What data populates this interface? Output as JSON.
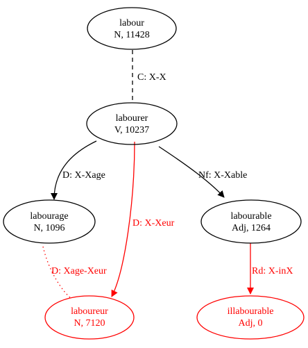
{
  "colors": {
    "default": "#000000",
    "highlight": "#ff0000"
  },
  "nodes": [
    {
      "id": "labour",
      "line1": "labour",
      "line2": "N, 11428",
      "color": "default"
    },
    {
      "id": "labourer",
      "line1": "labourer",
      "line2": "V, 10237",
      "color": "default"
    },
    {
      "id": "labourage",
      "line1": "labourage",
      "line2": "N, 1096",
      "color": "default"
    },
    {
      "id": "labourable",
      "line1": "labourable",
      "line2": "Adj, 1264",
      "color": "default"
    },
    {
      "id": "laboureur",
      "line1": "laboureur",
      "line2": "N, 7120",
      "color": "highlight"
    },
    {
      "id": "illabourable",
      "line1": "illabourable",
      "line2": "Adj, 0",
      "color": "highlight"
    }
  ],
  "edges": [
    {
      "id": "labour-labourer",
      "from": "labour",
      "to": "labourer",
      "label": "C: X-X",
      "style": "dashed",
      "arrow": false,
      "color": "default"
    },
    {
      "id": "labourer-labourage",
      "from": "labourer",
      "to": "labourage",
      "label": "D: X-Xage",
      "style": "solid",
      "arrow": true,
      "color": "default"
    },
    {
      "id": "labourer-laboureur",
      "from": "labourer",
      "to": "laboureur",
      "label": "D: X-Xeur",
      "style": "solid",
      "arrow": true,
      "color": "highlight"
    },
    {
      "id": "labourer-labourable",
      "from": "labourer",
      "to": "labourable",
      "label": "Nf: X-Xable",
      "style": "solid",
      "arrow": true,
      "color": "default"
    },
    {
      "id": "labourage-laboureur",
      "from": "labourage",
      "to": "laboureur",
      "label": "D: Xage-Xeur",
      "style": "dotted",
      "arrow": false,
      "color": "highlight"
    },
    {
      "id": "labourable-illabourable",
      "from": "labourable",
      "to": "illabourable",
      "label": "Rd: X-inX",
      "style": "solid",
      "arrow": true,
      "color": "highlight"
    }
  ]
}
